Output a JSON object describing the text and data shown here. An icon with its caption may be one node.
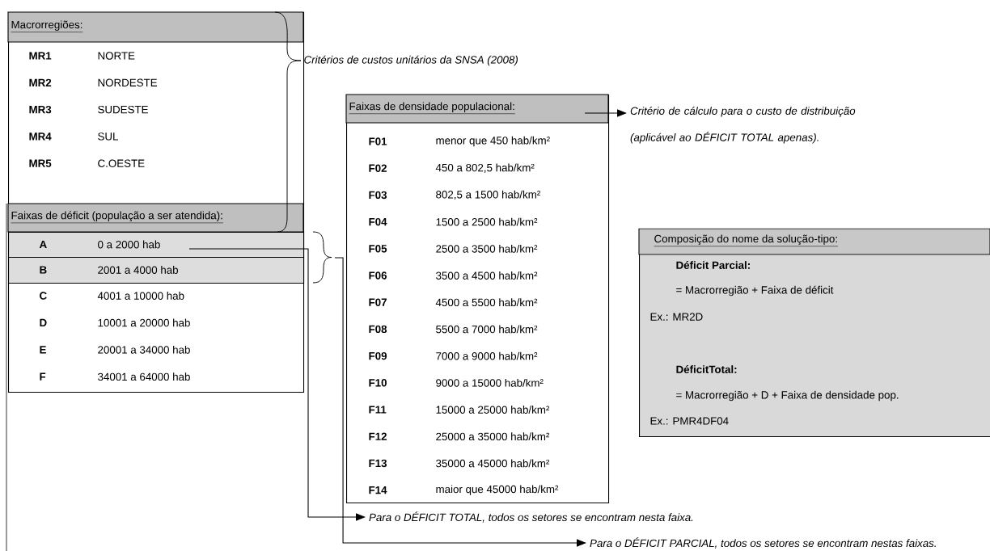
{
  "diagram": {
    "nodes": [
      {
        "text": [
          "Macrorregiões:"
        ]
      },
      {
        "text": [
          "Faixas de déficit (população a ser atendida):"
        ]
      },
      {
        "text": [
          "A",
          "0 a 2000 hab"
        ],
        "in": 1
      },
      {
        "text": [
          "B",
          "2001 a 4000 hab"
        ],
        "in": 1
      },
      {
        "text": [
          "Faixas de densidade populacional:"
        ]
      },
      {
        "text": [
          "Critério de cálculo para o custo de distribuição (aplicável ao DÉFICIT TOTAL apenas)."
        ]
      },
      {
        "text": [
          "Composição do nome da solução-tipo:",
          "Déficit Parcial:",
          "= Macrorregião + Faixa de déficit",
          "Ex.: MR2D",
          "DéficitTotal:",
          "= Macrorregião + D + Faixa de densidade pop.",
          "Ex.: PMR4DF04"
        ]
      },
      {
        "text": [
          "Para o DÉFICIT TOTAL, todos os setores se encontram nesta faixa."
        ]
      },
      {
        "text": [
          "Para o DÉFICIT PARCIAL, todos os setores se encontram nestas faixas."
        ]
      },
      {
        "text": [],
        "shape": "brace"
      }
    ],
    "edges": [
      {
        "from": 2,
        "to": 7,
        "arrow": "to"
      },
      {
        "from": 9,
        "to": 8,
        "arrow": "to"
      },
      {
        "from": 4,
        "to": 5,
        "arrow": "to"
      }
    ],
    "labels": [
      "MR1",
      "NORTE",
      "MR2",
      "NORDESTE",
      "MR3",
      "SUDESTE",
      "MR4",
      "SUL",
      "MR5",
      "C.OESTE",
      "Critérios de custos unitários da SNSA (2008)",
      "C",
      "4001 a 10000 hab",
      "D",
      "10001 a 20000 hab",
      "E",
      "20001 a 34000 hab",
      "F",
      "34001 a 64000 hab",
      "F01",
      "menor que 450 hab/km²",
      "F02",
      "450 a 802,5 hab/km²",
      "F03",
      "802,5 a 1500 hab/km²",
      "F04",
      "1500 a 2500 hab/km²",
      "F05",
      "2500 a 3500 hab/km²",
      "F06",
      "3500 a 4500 hab/km²",
      "F07",
      "4500 a 5500 hab/km²",
      "F08",
      "5500 a 7000 hab/km²",
      "F09",
      "7000 a 9000 hab/km²",
      "F10",
      "9000 a 15000 hab/km²",
      "F11",
      "15000 a 25000 hab/km²",
      "F12",
      "25000 a 35000 hab/km²",
      "F13",
      "35000 a 45000 hab/km²",
      "F14",
      "maior que 45000 hab/km²"
    ]
  }
}
